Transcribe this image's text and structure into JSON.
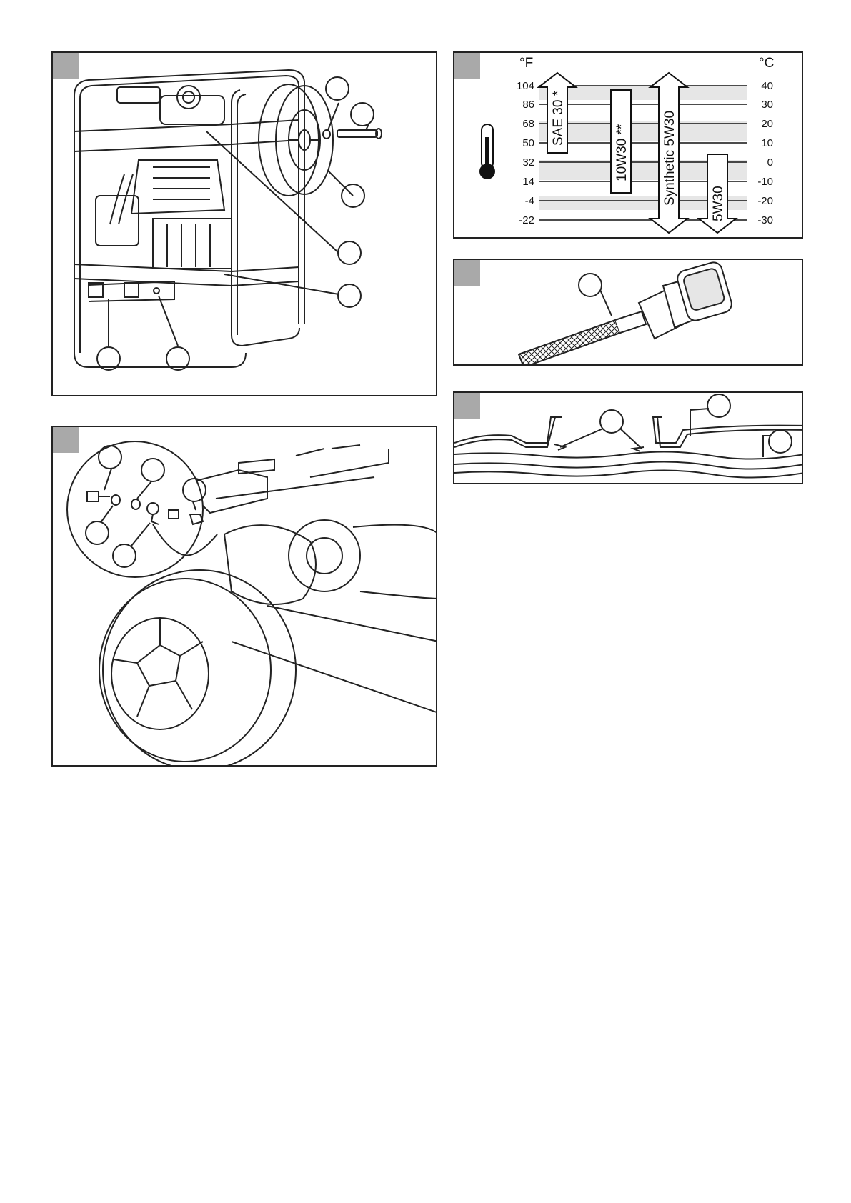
{
  "oil_chart": {
    "fahrenheit_unit": "°F",
    "celsius_unit": "°C",
    "fahrenheit_ticks": [
      "104",
      "86",
      "68",
      "50",
      "32",
      "14",
      "-4",
      "-22"
    ],
    "celsius_ticks": [
      "40",
      "30",
      "20",
      "10",
      "0",
      "-10",
      "-20",
      "-30"
    ],
    "grades": {
      "sae30": "SAE 30 *",
      "w10w30": "10W30 **",
      "synthetic": "Synthetic 5W30",
      "w5w30": "5W30"
    },
    "band_color": "#e6e6e6",
    "icon": "thermometer-icon"
  },
  "colors": {
    "panel_tag": "#a9a9a9",
    "line": "#222222"
  }
}
